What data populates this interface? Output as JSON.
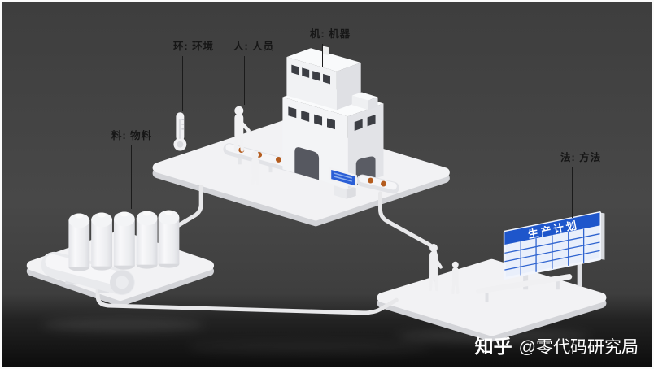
{
  "labels": {
    "environment": "环: 环境",
    "people": "人: 人员",
    "machine": "机: 机器",
    "material": "料: 物料",
    "method": "法: 方法"
  },
  "sign": {
    "title": "生产计划"
  },
  "watermark": {
    "brand": "知乎",
    "handle": "@零代码研究局"
  },
  "colors": {
    "background": "#424242",
    "floor": "#121212",
    "object_white": "#f2f2f4",
    "screen_blue": "#2b5fd6",
    "sign_blue": "#1e56cb",
    "grid_blue": "#2f64d0",
    "item_orange": "#b05a1e",
    "label_text": "#161616"
  }
}
